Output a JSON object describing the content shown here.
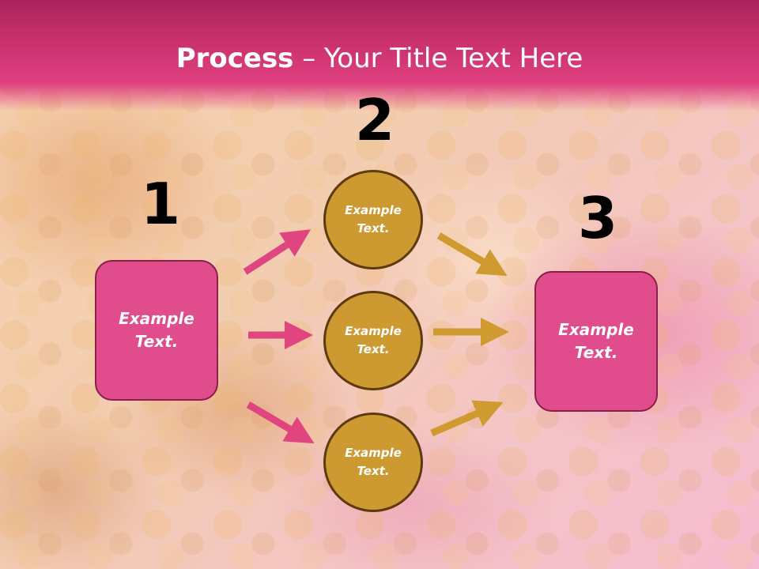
{
  "title": {
    "bold": "Process",
    "rest": " – Your Title Text Here"
  },
  "steps": {
    "n1": "1",
    "n2": "2",
    "n3": "3"
  },
  "left_box": {
    "text": "Example\nText."
  },
  "right_box": {
    "text": "Example\nText."
  },
  "circles": [
    {
      "text": "Example\nText."
    },
    {
      "text": "Example\nText."
    },
    {
      "text": "Example\nText."
    }
  ],
  "colors": {
    "pink_accent": "#e04c8c",
    "gold_accent": "#cd9931",
    "pink_arrow": "#e0457f",
    "gold_arrow": "#cf9a30"
  }
}
